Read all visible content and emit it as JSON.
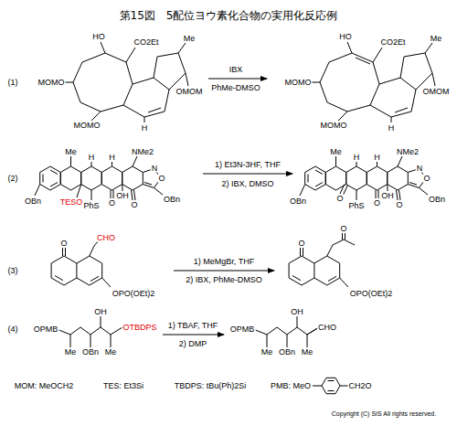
{
  "diagram": {
    "title": "第15図　5配位ヨウ素化合物の実用化反応例",
    "labels": [
      "(1)",
      "HO",
      "CO2Et",
      "Me",
      "MOMO",
      "MOMO",
      "H",
      "OMOM",
      "IBX",
      "PhMe-DMSO",
      "HO",
      "CO2Et",
      "Me",
      "MOMO",
      "MOMO",
      "H",
      "OMOM",
      "(2)",
      "Me",
      "H",
      "H",
      "NMe2",
      "N",
      "O",
      "OBn",
      "OBn",
      "TESO",
      "PhS",
      "O",
      "OH",
      "O",
      "1) Et3N-3HF, THF",
      "2) IBX, DMSO",
      "Me",
      "H",
      "H",
      "NMe2",
      "N",
      "O",
      "OBn",
      "OBn",
      "O",
      "PhS",
      "O",
      "OH",
      "O",
      "(3)",
      "O",
      "CHO",
      "OPO(OEt)2",
      "1) MeMgBr, THF",
      "2) IBX, PhMe-DMSO",
      "O",
      "O",
      "OPO(OEt)2",
      "(4)",
      "OPMB",
      "Me",
      "OBn",
      "OH",
      "Me",
      "OTBDPS",
      "1) TBAF, THF",
      "2) DMP",
      "OPMB",
      "Me",
      "OBn",
      "OH",
      "Me",
      "CHO",
      "MOM: MeOCH2",
      "TES: Et3Si",
      "TBDPS: tBu(Ph)2Si",
      "PMB: MeO",
      "CH2O",
      "Copyright (C) SIS All rights reserved."
    ]
  }
}
